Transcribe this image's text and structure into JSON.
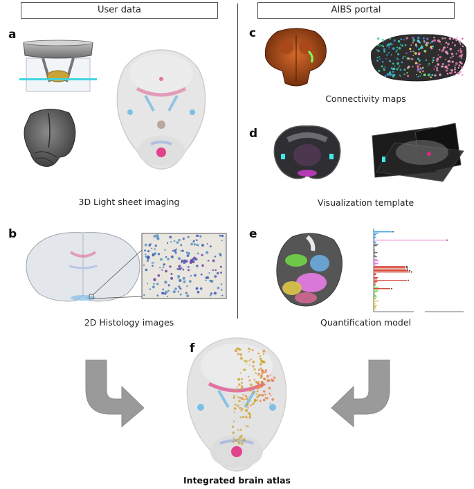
{
  "headers": {
    "left": "User data",
    "right": "AIBS portal"
  },
  "panels": {
    "a": "a",
    "b": "b",
    "c": "c",
    "d": "d",
    "e": "e",
    "f": "f"
  },
  "captions": {
    "light_sheet": "3D Light sheet imaging",
    "histology": "2D Histology images",
    "connectivity": "Connectivity maps",
    "visualization": "Visualization template",
    "quantification": "Quantification model",
    "atlas": "Integrated brain atlas"
  },
  "colors": {
    "arrow": "#9a9a9a",
    "brain_gray": "#dcdcdc",
    "magenta": "#e0287a",
    "cyan": "#5fb6e4",
    "orange": "#c8531c",
    "dark_template": "#2f2f33",
    "gold": "#c9a52a"
  },
  "icons": {
    "flow_arrows": "curved-arrow-icon"
  }
}
